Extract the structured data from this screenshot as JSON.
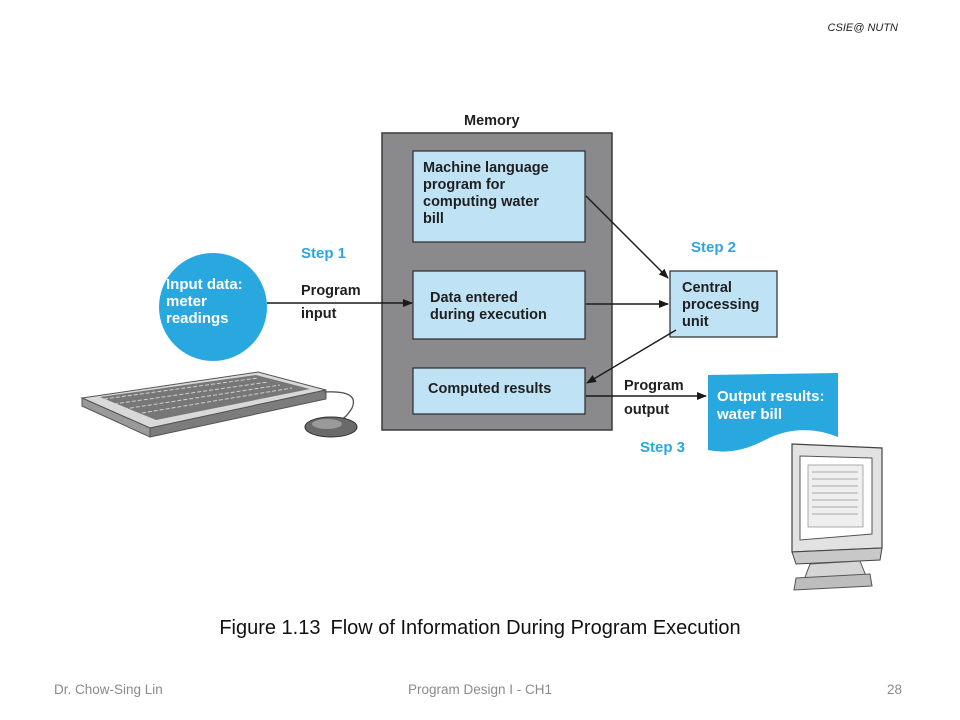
{
  "header": {
    "tag": "CSIE@ NUTN"
  },
  "diagram": {
    "memory": {
      "title": "Memory",
      "program_box": [
        "Machine language",
        "program for",
        "computing water",
        "bill"
      ],
      "data_box": [
        "Data entered",
        "during execution"
      ],
      "results_box": "Computed results"
    },
    "input": [
      "Input data:",
      "meter",
      "readings"
    ],
    "cpu": [
      "Central",
      "processing",
      "unit"
    ],
    "output": [
      "Output results:",
      "water bill"
    ],
    "step1": "Step 1",
    "step2": "Step 2",
    "step3": "Step 3",
    "program_input": [
      "Program",
      "input"
    ],
    "program_output": [
      "Program",
      "output"
    ]
  },
  "caption": {
    "number": "Figure 1.13",
    "title": "Flow of Information During Program Execution"
  },
  "footer": {
    "author": "Dr. Chow-Sing Lin",
    "course": "Program Design I - CH1",
    "page": "28"
  },
  "colors": {
    "memory_gray": "#8a8a8c",
    "box_blue": "#bfe3f5",
    "accent_blue": "#29a8e0"
  }
}
